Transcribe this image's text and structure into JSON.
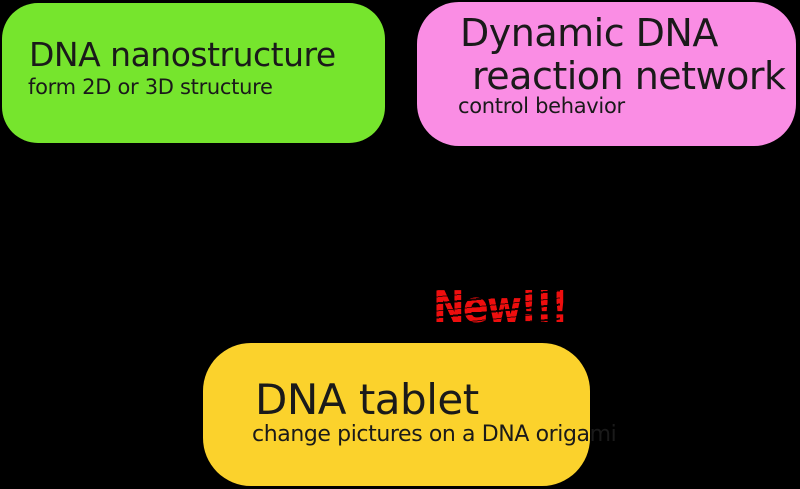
{
  "canvas": {
    "background_color": "#000000"
  },
  "nodes": {
    "dna_nanostructure": {
      "title": "DNA nanostructure",
      "subtitle": "form 2D or 3D structure",
      "fill_color": "#76E52D",
      "text_color": "#1a1a1a"
    },
    "dynamic_dna_reaction_network": {
      "title_lines": [
        "Dynamic DNA",
        "reaction network"
      ],
      "subtitle": "control behavior",
      "fill_color": "#FA8DE4",
      "text_color": "#1a1a1a"
    },
    "dna_tablet": {
      "title": "DNA tablet",
      "subtitle": "change pictures on a DNA origami",
      "fill_color": "#FBD22C",
      "text_color": "#1a1a1a"
    }
  },
  "annotation": {
    "text": "New!!!",
    "color": "#EE0E0E"
  }
}
